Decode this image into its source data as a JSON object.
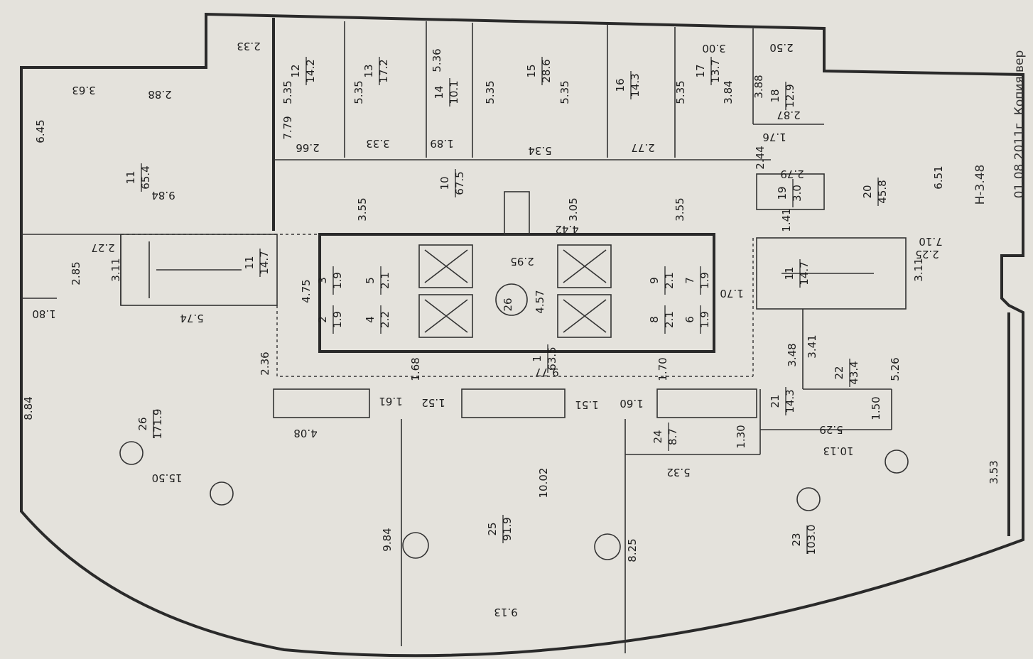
{
  "plan": {
    "core_marker": "26",
    "stamp_level": "Н-3.48",
    "stamp_date": "01.08.2011г. Копия вер",
    "rooms": [
      {
        "num": "1",
        "area": "63.5"
      },
      {
        "num": "2",
        "area": "1.9"
      },
      {
        "num": "3",
        "area": "1.9"
      },
      {
        "num": "4",
        "area": "2.2"
      },
      {
        "num": "5",
        "area": "2.1"
      },
      {
        "num": "6",
        "area": "1.9"
      },
      {
        "num": "7",
        "area": "1.9"
      },
      {
        "num": "8",
        "area": "2.1"
      },
      {
        "num": "9",
        "area": "2.1"
      },
      {
        "num": "10",
        "area": "67.5"
      },
      {
        "num": "11",
        "area": "65.4"
      },
      {
        "num": "11",
        "area": "14.7"
      },
      {
        "num": "11",
        "area": "14.7"
      },
      {
        "num": "12",
        "area": "14.2"
      },
      {
        "num": "13",
        "area": "17.2"
      },
      {
        "num": "14",
        "area": "10.1"
      },
      {
        "num": "15",
        "area": "28.6"
      },
      {
        "num": "16",
        "area": "14.3"
      },
      {
        "num": "17",
        "area": "13.7"
      },
      {
        "num": "18",
        "area": "12.9"
      },
      {
        "num": "19",
        "area": "3.0"
      },
      {
        "num": "20",
        "area": "45.8"
      },
      {
        "num": "21",
        "area": "14.3"
      },
      {
        "num": "22",
        "area": "43.4"
      },
      {
        "num": "23",
        "area": "103.0"
      },
      {
        "num": "24",
        "area": "8.7"
      },
      {
        "num": "25",
        "area": "91.9"
      },
      {
        "num": "26",
        "area": "171.9"
      }
    ],
    "dimensions": [
      "2.33",
      "3.63",
      "2.88",
      "6.45",
      "7.79",
      "9.84",
      "2.27",
      "2.85",
      "3.11",
      "1.80",
      "5.74",
      "5.35",
      "5.35",
      "5.35",
      "5.35",
      "5.35",
      "5.36",
      "2.66",
      "3.33",
      "1.89",
      "5.34",
      "2.77",
      "3.00",
      "3.84",
      "3.88",
      "2.50",
      "2.87",
      "1.76",
      "2.44",
      "2.79",
      "1.41",
      "3.55",
      "3.05",
      "3.55",
      "4.42",
      "4.75",
      "2.95",
      "4.57",
      "1.70",
      "6.51",
      "7.10",
      "2.25",
      "3.11",
      "2.36",
      "1.68",
      "9.77",
      "1.70",
      "3.48",
      "3.41",
      "5.26",
      "8.84",
      "1.61",
      "1.52",
      "1.51",
      "1.60",
      "4.08",
      "5.29",
      "1.50",
      "1.30",
      "10.13",
      "5.32",
      "15.50",
      "10.02",
      "3.53",
      "9.84",
      "8.25",
      "9.13"
    ]
  }
}
